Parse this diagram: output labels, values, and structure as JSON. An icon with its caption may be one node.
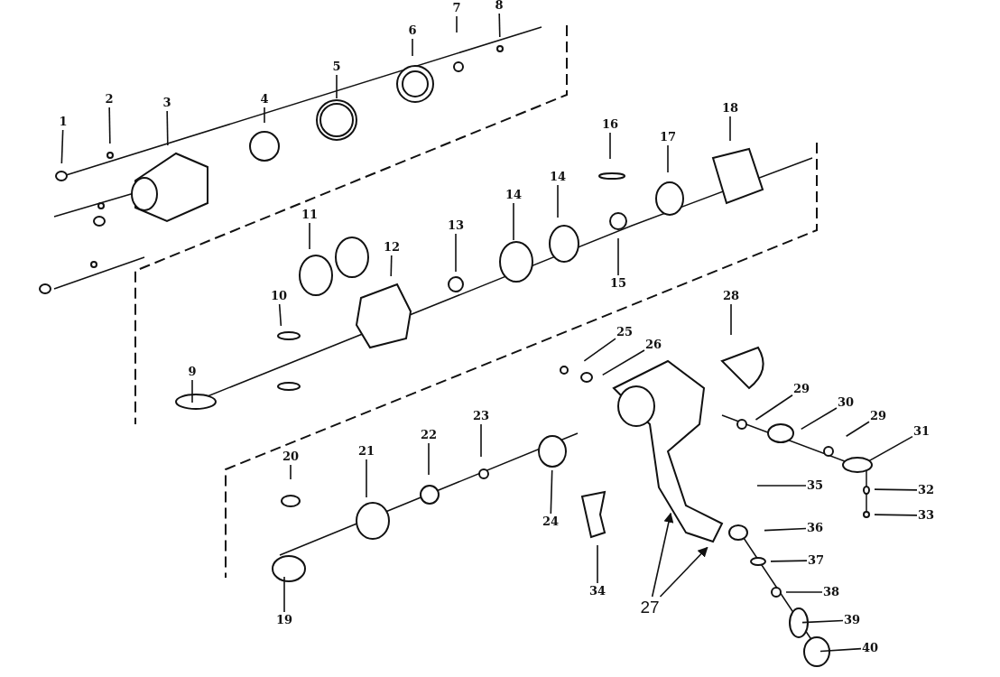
{
  "diagram": {
    "nodes": [
      {
        "text": [
          "1"
        ]
      },
      {
        "text": [
          "2"
        ]
      },
      {
        "text": [
          "3"
        ]
      },
      {
        "text": [
          "4"
        ]
      },
      {
        "text": [
          "5"
        ]
      },
      {
        "text": [
          "6"
        ]
      },
      {
        "text": [
          "7"
        ]
      },
      {
        "text": [
          "8"
        ]
      },
      {
        "text": [
          "9"
        ]
      },
      {
        "text": [
          "10"
        ]
      },
      {
        "text": [
          "11"
        ]
      },
      {
        "text": [
          "12"
        ]
      },
      {
        "text": [
          "13"
        ]
      },
      {
        "text": [
          "14"
        ]
      },
      {
        "text": [
          "14"
        ]
      },
      {
        "text": [
          "15"
        ]
      },
      {
        "text": [
          "16"
        ]
      },
      {
        "text": [
          "17"
        ]
      },
      {
        "text": [
          "18"
        ]
      },
      {
        "text": [
          "19"
        ]
      },
      {
        "text": [
          "20"
        ]
      },
      {
        "text": [
          "21"
        ]
      },
      {
        "text": [
          "22"
        ]
      },
      {
        "text": [
          "23"
        ]
      },
      {
        "text": [
          "24"
        ]
      },
      {
        "text": [
          "25"
        ]
      },
      {
        "text": [
          "26"
        ]
      },
      {
        "text": [
          "27"
        ]
      },
      {
        "text": [
          "28"
        ]
      },
      {
        "text": [
          "29"
        ]
      },
      {
        "text": [
          "29"
        ]
      },
      {
        "text": [
          "30"
        ]
      },
      {
        "text": [
          "31"
        ]
      },
      {
        "text": [
          "32"
        ]
      },
      {
        "text": [
          "33"
        ]
      },
      {
        "text": [
          "34"
        ]
      },
      {
        "text": [
          "35"
        ]
      },
      {
        "text": [
          "36"
        ]
      },
      {
        "text": [
          "37"
        ]
      },
      {
        "text": [
          "38"
        ]
      },
      {
        "text": [
          "39"
        ]
      },
      {
        "text": [
          "40"
        ]
      }
    ],
    "edges": [
      {
        "from": 0,
        "to": null,
        "arrow": "none"
      },
      {
        "from": 1,
        "to": null,
        "arrow": "none"
      },
      {
        "from": 2,
        "to": null,
        "arrow": "none"
      },
      {
        "from": 3,
        "to": null,
        "arrow": "none"
      },
      {
        "from": 4,
        "to": null,
        "arrow": "none"
      },
      {
        "from": 5,
        "to": null,
        "arrow": "none"
      },
      {
        "from": 6,
        "to": null,
        "arrow": "none"
      },
      {
        "from": 7,
        "to": null,
        "arrow": "none"
      },
      {
        "from": 8,
        "to": null,
        "arrow": "none"
      },
      {
        "from": 9,
        "to": null,
        "arrow": "none"
      },
      {
        "from": 10,
        "to": null,
        "arrow": "none"
      },
      {
        "from": 11,
        "to": null,
        "arrow": "none"
      },
      {
        "from": 12,
        "to": null,
        "arrow": "none"
      },
      {
        "from": 13,
        "to": null,
        "arrow": "none"
      },
      {
        "from": 14,
        "to": null,
        "arrow": "none"
      },
      {
        "from": 15,
        "to": null,
        "arrow": "none"
      },
      {
        "from": 16,
        "to": null,
        "arrow": "none"
      },
      {
        "from": 17,
        "to": null,
        "arrow": "none"
      },
      {
        "from": 18,
        "to": null,
        "arrow": "none"
      },
      {
        "from": 19,
        "to": null,
        "arrow": "none"
      },
      {
        "from": 20,
        "to": null,
        "arrow": "none"
      },
      {
        "from": 21,
        "to": null,
        "arrow": "none"
      },
      {
        "from": 22,
        "to": null,
        "arrow": "none"
      },
      {
        "from": 23,
        "to": null,
        "arrow": "none"
      },
      {
        "from": 24,
        "to": null,
        "arrow": "none"
      },
      {
        "from": 25,
        "to": null,
        "arrow": "none"
      },
      {
        "from": 26,
        "to": null,
        "arrow": "none"
      },
      {
        "from": 27,
        "to": null,
        "arrow": "to"
      },
      {
        "from": 27,
        "to": null,
        "arrow": "to"
      },
      {
        "from": 28,
        "to": null,
        "arrow": "none"
      },
      {
        "from": 29,
        "to": null,
        "arrow": "none"
      },
      {
        "from": 30,
        "to": null,
        "arrow": "none"
      },
      {
        "from": 31,
        "to": null,
        "arrow": "none"
      },
      {
        "from": 32,
        "to": null,
        "arrow": "none"
      },
      {
        "from": 33,
        "to": null,
        "arrow": "none"
      },
      {
        "from": 34,
        "to": null,
        "arrow": "none"
      },
      {
        "from": 35,
        "to": null,
        "arrow": "none"
      },
      {
        "from": 36,
        "to": null,
        "arrow": "none"
      },
      {
        "from": 37,
        "to": null,
        "arrow": "none"
      },
      {
        "from": 38,
        "to": null,
        "arrow": "none"
      },
      {
        "from": 39,
        "to": null,
        "arrow": "none"
      },
      {
        "from": 40,
        "to": null,
        "arrow": "none"
      },
      {
        "from": 41,
        "to": null,
        "arrow": "none"
      }
    ]
  }
}
